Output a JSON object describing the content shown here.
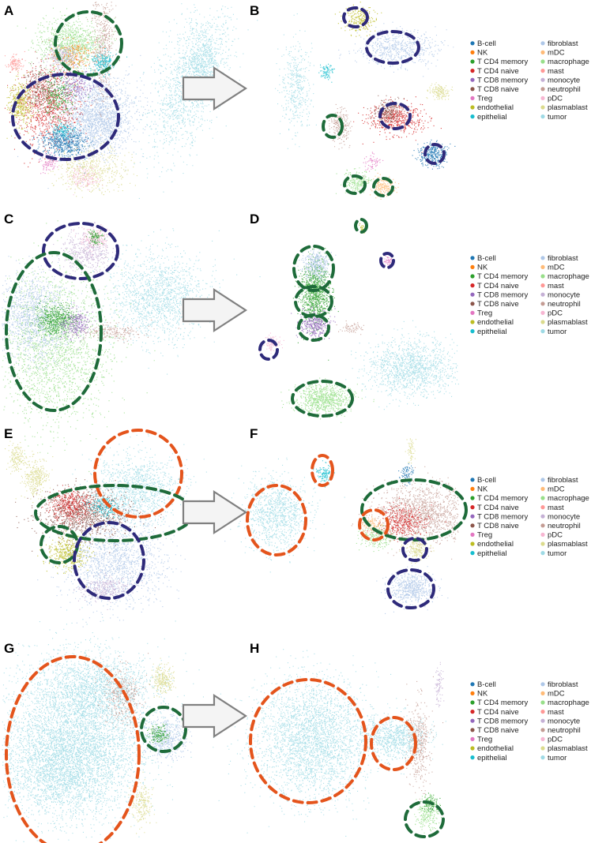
{
  "colors": {
    "B-cell": "#1f77b4",
    "NK": "#ff7f0e",
    "T CD4 memory": "#2ca02c",
    "T CD4 naive": "#d62728",
    "T CD8 memory": "#9467bd",
    "T CD8 naive": "#8c564b",
    "Treg": "#e377c2",
    "endothelial": "#bcbd22",
    "epithelial": "#17becf",
    "fibroblast": "#aec7e8",
    "mDC": "#ffbb78",
    "macrophage": "#98df8a",
    "mast": "#ff9896",
    "monocyte": "#c5b0d5",
    "neutrophil": "#c49c94",
    "pDC": "#f7b6d2",
    "plasmablast": "#dbdb8d",
    "tumor": "#9edae5"
  },
  "circle_colors": {
    "navy": "#2e2a7a",
    "green": "#1e6b3a",
    "orange": "#e4541c"
  },
  "chart_data": [
    {
      "type": "scatter",
      "panel": "A",
      "xlabel": "",
      "ylabel": "",
      "legend": "none",
      "grid": false
    },
    {
      "type": "scatter",
      "panel": "B",
      "xlabel": "",
      "ylabel": "",
      "legend": "right",
      "grid": false
    },
    {
      "type": "scatter",
      "panel": "C",
      "xlabel": "",
      "ylabel": "",
      "legend": "none",
      "grid": false
    },
    {
      "type": "scatter",
      "panel": "D",
      "xlabel": "",
      "ylabel": "",
      "legend": "right",
      "grid": false
    },
    {
      "type": "scatter",
      "panel": "E",
      "xlabel": "",
      "ylabel": "",
      "legend": "none",
      "grid": false
    },
    {
      "type": "scatter",
      "panel": "F",
      "xlabel": "",
      "ylabel": "",
      "legend": "right",
      "grid": false
    },
    {
      "type": "scatter",
      "panel": "G",
      "xlabel": "",
      "ylabel": "",
      "legend": "none",
      "grid": false
    },
    {
      "type": "scatter",
      "panel": "H",
      "xlabel": "",
      "ylabel": "",
      "legend": "right",
      "grid": false
    }
  ],
  "legend": {
    "col1": [
      "B-cell",
      "NK",
      "T CD4 memory",
      "T CD4 naive",
      "T CD8 memory",
      "T CD8 naive",
      "Treg",
      "endothelial",
      "epithelial"
    ],
    "col2": [
      "fibroblast",
      "mDC",
      "macrophage",
      "mast",
      "monocyte",
      "neutrophil",
      "pDC",
      "plasmablast",
      "tumor"
    ]
  },
  "panel_labels": [
    "A",
    "B",
    "C",
    "D",
    "E",
    "F",
    "G",
    "H"
  ]
}
